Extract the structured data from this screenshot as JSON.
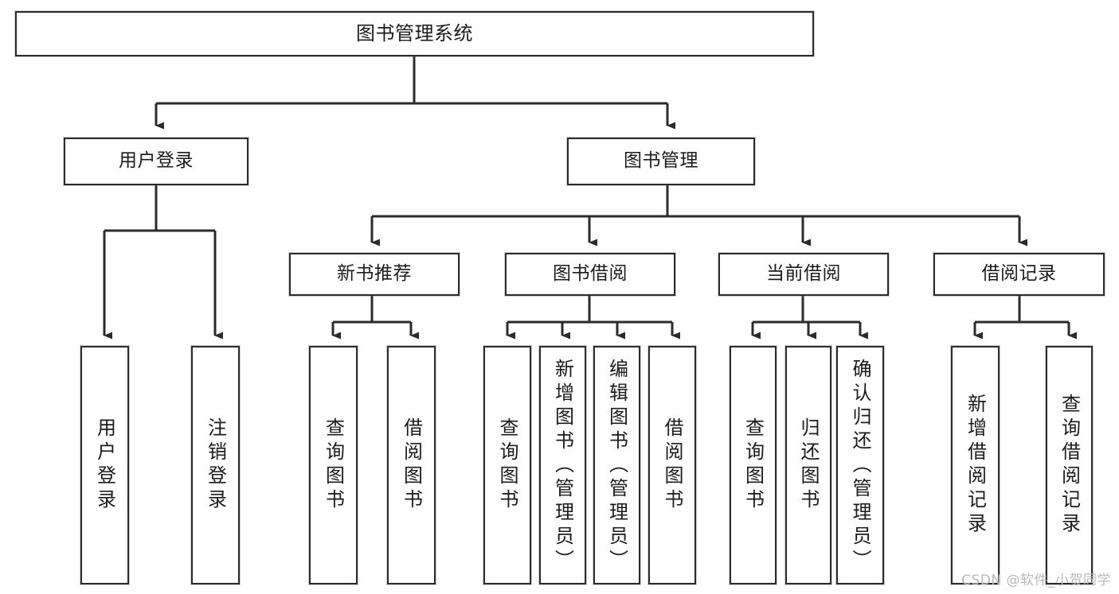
{
  "diagram": {
    "type": "tree-hierarchy",
    "title": "图书管理系统",
    "watermark": "CSDN @软件_小贺同学",
    "colors": {
      "box_border": "#2b2b2b",
      "box_fill": "#ffffff",
      "edge": "#2b2b2b",
      "watermark": "#b9b9b9",
      "background": "#ffffff"
    },
    "nodes": {
      "root": {
        "label": "图书管理系统",
        "level": 1
      },
      "user_login": {
        "label": "用户登录",
        "level": 2
      },
      "book_manage": {
        "label": "图书管理",
        "level": 2
      },
      "new_book_rec": {
        "label": "新书推荐",
        "level": 3
      },
      "book_borrow": {
        "label": "图书借阅",
        "level": 3
      },
      "current_borrow": {
        "label": "当前借阅",
        "level": 3
      },
      "borrow_record": {
        "label": "借阅记录",
        "level": 3
      },
      "leaf_user_login": {
        "label": "用户登录",
        "level": 3
      },
      "leaf_user_logout": {
        "label": "注销登录",
        "level": 3
      },
      "leaf_query_book_1": {
        "label": "查询图书",
        "level": 4
      },
      "leaf_borrow_book_1": {
        "label": "借阅图书",
        "level": 4
      },
      "leaf_query_book_2": {
        "label": "查询图书",
        "level": 4
      },
      "leaf_add_book": {
        "label": "新增图书（管理员）",
        "level": 4
      },
      "leaf_edit_book": {
        "label": "编辑图书（管理员）",
        "level": 4
      },
      "leaf_borrow_book_2": {
        "label": "借阅图书",
        "level": 4
      },
      "leaf_query_book_3": {
        "label": "查询图书",
        "level": 4
      },
      "leaf_return_book": {
        "label": "归还图书",
        "level": 4
      },
      "leaf_confirm_return": {
        "label": "确认归还（管理员）",
        "level": 4
      },
      "leaf_add_record": {
        "label": "新增借阅记录",
        "level": 4
      },
      "leaf_query_record": {
        "label": "查询借阅记录",
        "level": 4
      }
    },
    "edges": [
      {
        "from": "root",
        "to": "user_login"
      },
      {
        "from": "root",
        "to": "book_manage"
      },
      {
        "from": "user_login",
        "to": "leaf_user_login"
      },
      {
        "from": "user_login",
        "to": "leaf_user_logout"
      },
      {
        "from": "book_manage",
        "to": "new_book_rec"
      },
      {
        "from": "book_manage",
        "to": "book_borrow"
      },
      {
        "from": "book_manage",
        "to": "current_borrow"
      },
      {
        "from": "book_manage",
        "to": "borrow_record"
      },
      {
        "from": "new_book_rec",
        "to": "leaf_query_book_1"
      },
      {
        "from": "new_book_rec",
        "to": "leaf_borrow_book_1"
      },
      {
        "from": "book_borrow",
        "to": "leaf_query_book_2"
      },
      {
        "from": "book_borrow",
        "to": "leaf_add_book"
      },
      {
        "from": "book_borrow",
        "to": "leaf_edit_book"
      },
      {
        "from": "book_borrow",
        "to": "leaf_borrow_book_2"
      },
      {
        "from": "current_borrow",
        "to": "leaf_query_book_3"
      },
      {
        "from": "current_borrow",
        "to": "leaf_return_book"
      },
      {
        "from": "current_borrow",
        "to": "leaf_confirm_return"
      },
      {
        "from": "borrow_record",
        "to": "leaf_add_record"
      },
      {
        "from": "borrow_record",
        "to": "leaf_query_record"
      }
    ]
  }
}
